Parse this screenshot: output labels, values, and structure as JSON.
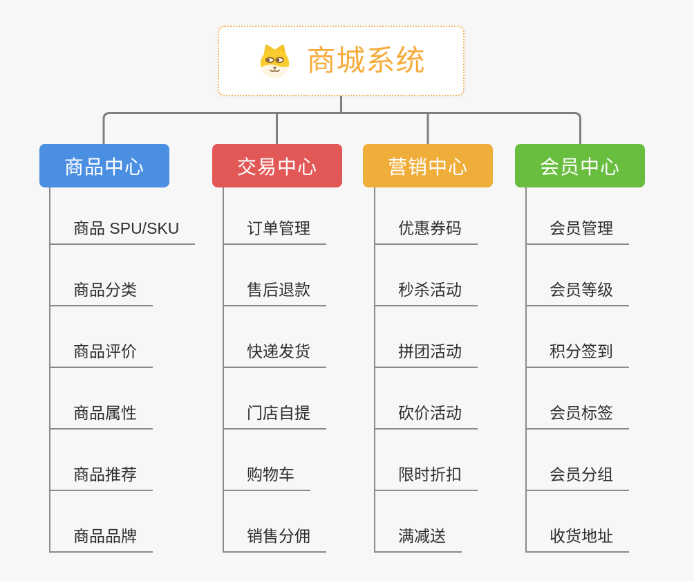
{
  "root": {
    "title": "商城系统",
    "icon": "dog-face-icon"
  },
  "branches": [
    {
      "label": "商品中心",
      "color": "#4b8fe2",
      "children": [
        "商品 SPU/SKU",
        "商品分类",
        "商品评价",
        "商品属性",
        "商品推荐",
        "商品品牌"
      ]
    },
    {
      "label": "交易中心",
      "color": "#e25856",
      "children": [
        "订单管理",
        "售后退款",
        "快递发货",
        "门店自提",
        "购物车",
        "销售分佣"
      ]
    },
    {
      "label": "营销中心",
      "color": "#efad3a",
      "children": [
        "优惠券码",
        "秒杀活动",
        "拼团活动",
        "砍价活动",
        "限时折扣",
        "满减送"
      ]
    },
    {
      "label": "会员中心",
      "color": "#69be3f",
      "children": [
        "会员管理",
        "会员等级",
        "积分签到",
        "会员标签",
        "会员分组",
        "收货地址"
      ]
    }
  ],
  "colors": {
    "background": "#f7f7f7",
    "root_text": "#f5ac3c",
    "root_border": "#efb35f",
    "connector": "#7f7f7f",
    "leaf_line": "#8a8a8a",
    "leaf_text": "#2e2e2e"
  }
}
